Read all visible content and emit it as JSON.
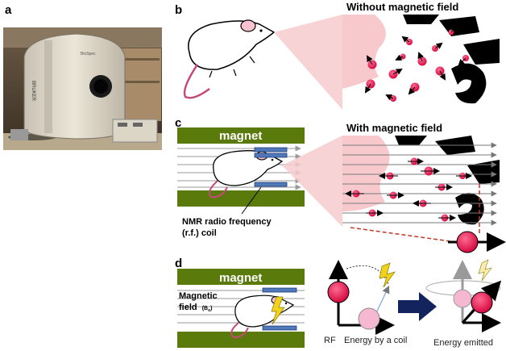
{
  "panels": {
    "a": "a",
    "b": "b",
    "c": "c",
    "d": "d"
  },
  "scanner": {
    "brand": "BRUKER",
    "model": "BioSpec"
  },
  "panel_b": {
    "heading": "Without magnetic field"
  },
  "panel_c": {
    "heading": "With magnetic field",
    "magnet_label": "magnet",
    "coil_label_line1": "NMR radio frequency",
    "coil_label_line2": "(r.f.) coil"
  },
  "panel_d": {
    "magnet_label": "magnet",
    "field_label_line1": "Magnetic",
    "field_label_line2": "field",
    "field_symbol": "(B",
    "field_subscript": "o",
    "field_close": ")",
    "caption_rf": "RF",
    "caption_energy_coil": "Energy by a coil",
    "caption_energy_emitted": "Energy emitted"
  },
  "colors": {
    "magnet_green": "#5a7a0c",
    "proton_pink": "#e0114f",
    "proton_light": "#f5b8d0",
    "tissue_pink": "#f7c9cc",
    "coil_blue": "#4f79b9",
    "arrow_navy": "#12235e",
    "field_line": "#8c8c8c",
    "lightning": "#f2d21b"
  }
}
